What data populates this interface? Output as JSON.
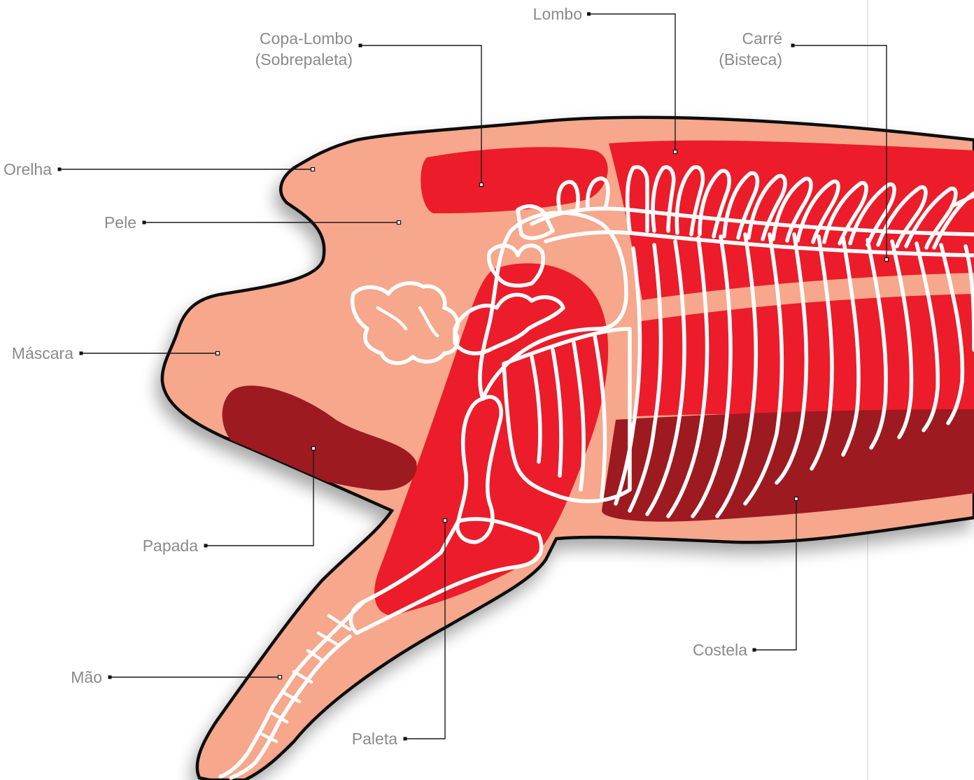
{
  "colors": {
    "skin": "#f6a78c",
    "meat": "#ec1c2a",
    "dark_meat": "#9d1a21",
    "bone": "#ffffff",
    "outline": "#111111",
    "label": "#8a8a8a"
  },
  "labels": {
    "lombo": "Lombo",
    "copa_lombo_1": "Copa-Lombo",
    "copa_lombo_2": "(Sobrepaleta)",
    "carre_1": "Carré",
    "carre_2": "(Bisteca)",
    "orelha": "Orelha",
    "pele": "Pele",
    "mascara": "Máscara",
    "papada": "Papada",
    "mao": "Mão",
    "paleta": "Paleta",
    "costela": "Costela"
  }
}
